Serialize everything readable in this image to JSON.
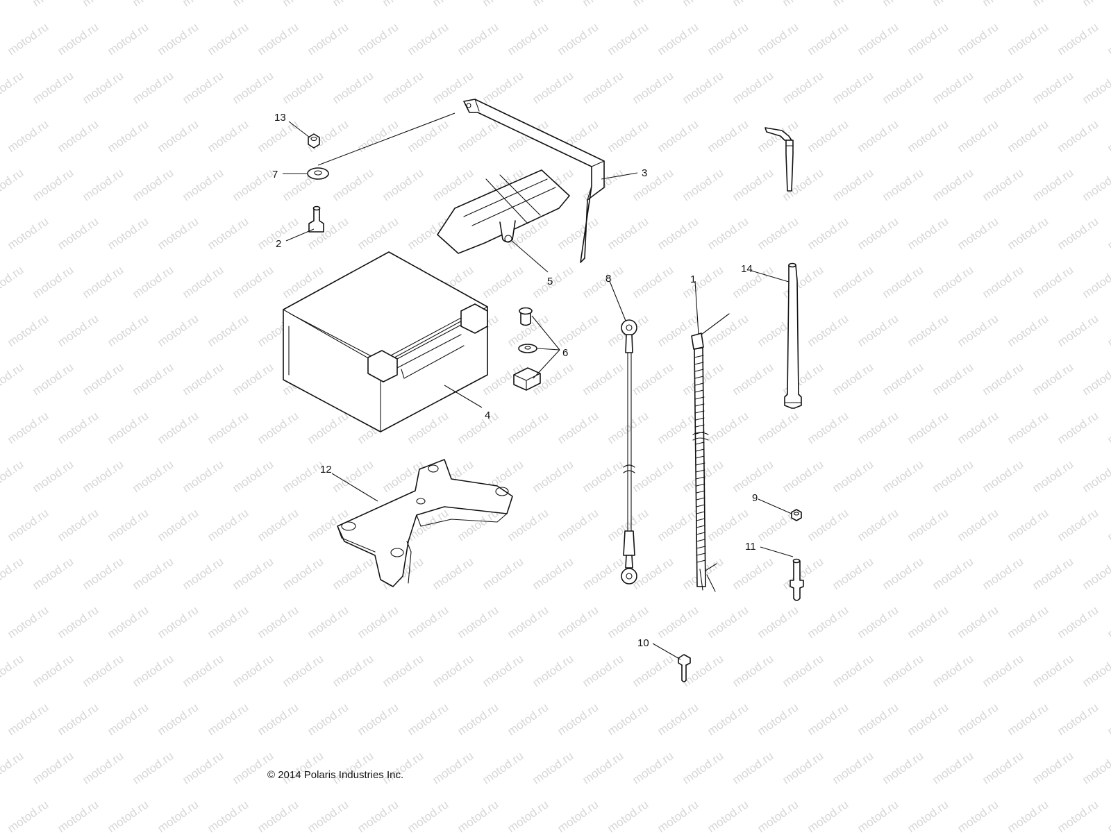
{
  "copyright": "© 2014 Polaris Industries Inc.",
  "watermark": "motod.ru",
  "callouts": {
    "c1": "1",
    "c2": "2",
    "c3": "3",
    "c4": "4",
    "c5": "5",
    "c6": "6",
    "c7": "7",
    "c8": "8",
    "c9": "9",
    "c10": "10",
    "c11": "11",
    "c12": "12",
    "c13": "13",
    "c14": "14"
  }
}
